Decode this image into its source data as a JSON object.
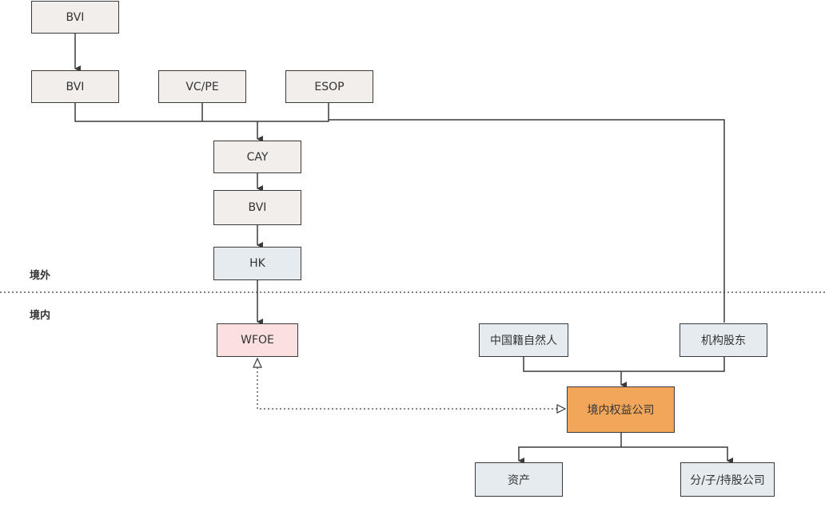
{
  "zones": {
    "offshore": "境外",
    "onshore": "境内"
  },
  "nodes": {
    "bvi_top": "BVI",
    "bvi_founder": "BVI",
    "vcpe": "VC/PE",
    "esop": "ESOP",
    "cay": "CAY",
    "bvi_mid": "BVI",
    "hk": "HK",
    "wfoe": "WFOE",
    "chinese_natural_person": "中国籍自然人",
    "institutional_shareholder": "机构股东",
    "domestic_entity": "境内权益公司",
    "assets": "资产",
    "subsidiaries": "分/子/持股公司"
  },
  "colors": {
    "default_node": "#f1eeec",
    "grey_node": "#e6ebef",
    "wfoe_node": "#fbe0e0",
    "domestic_entity_node": "#f2a65a",
    "line": "#3a3a3a"
  }
}
